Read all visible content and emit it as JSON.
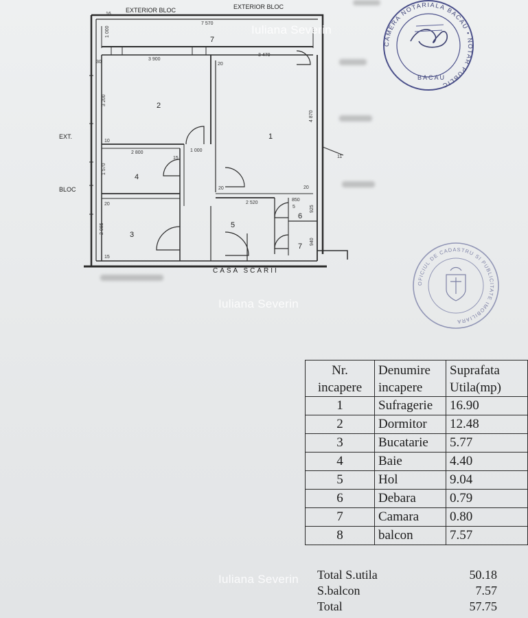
{
  "plan": {
    "top_labels": [
      "EXTERIOR BLOC",
      "EXTERIOR BLOC"
    ],
    "side_labels": [
      "EXT.",
      "BLOC"
    ],
    "bottom_label": "CASA SCARII",
    "rooms": [
      "1",
      "2",
      "3",
      "4",
      "5",
      "6",
      "7",
      "7"
    ],
    "dims": {
      "top_total": "7 570",
      "top_depth": "1 000",
      "room2_width": "3 900",
      "room1_width": "3 470",
      "room2_height": "3 200",
      "room1_height": "4 870",
      "room4_width": "2 800",
      "hall_width": "1 000",
      "room4_height": "1 570",
      "room3_height": "2 085",
      "hall_lower": "2 520",
      "closet_width": "850",
      "closet_height": "925",
      "closet2_height": "940",
      "w10": "10",
      "w15a": "15",
      "w15b": "15",
      "w20a": "20",
      "w20b": "20",
      "w20c": "20",
      "w20d": "20",
      "w30": "30",
      "w11": "11",
      "w5": "5",
      "w16": "16"
    }
  },
  "watermark": "Iuliana Severin",
  "stamp_notary": {
    "ring_text": "CAMERA NOTARIALA BACAU • NOTAR PUBLIC",
    "top_text": "BACAU"
  },
  "stamp_cadastre": {
    "ring_text": "OFICIUL DE CADASTRU SI PUBLICITATE IMOBILIARA"
  },
  "table": {
    "headers": [
      [
        "Nr.",
        "incapere"
      ],
      [
        "Denumire",
        "incapere"
      ],
      [
        "Suprafata",
        "Utila(mp)"
      ]
    ],
    "rows": [
      {
        "nr": "1",
        "name": "Sufragerie",
        "area": "16.90"
      },
      {
        "nr": "2",
        "name": "Dormitor",
        "area": "12.48"
      },
      {
        "nr": "3",
        "name": "Bucatarie",
        "area": "5.77"
      },
      {
        "nr": "4",
        "name": "Baie",
        "area": "4.40"
      },
      {
        "nr": "5",
        "name": "Hol",
        "area": "9.04"
      },
      {
        "nr": "6",
        "name": "Debara",
        "area": "0.79"
      },
      {
        "nr": "7",
        "name": "Camara",
        "area": "0.80"
      },
      {
        "nr": "8",
        "name": "balcon",
        "area": "7.57"
      }
    ]
  },
  "totals": [
    {
      "label": "Total S.utila",
      "value": "50.18"
    },
    {
      "label": "S.balcon",
      "value": "7.57"
    },
    {
      "label": "Total",
      "value": "57.75"
    }
  ],
  "colors": {
    "paper": "#ecedee",
    "ink": "#1c1c1c",
    "stamp_ink": "#4a4f8a"
  }
}
